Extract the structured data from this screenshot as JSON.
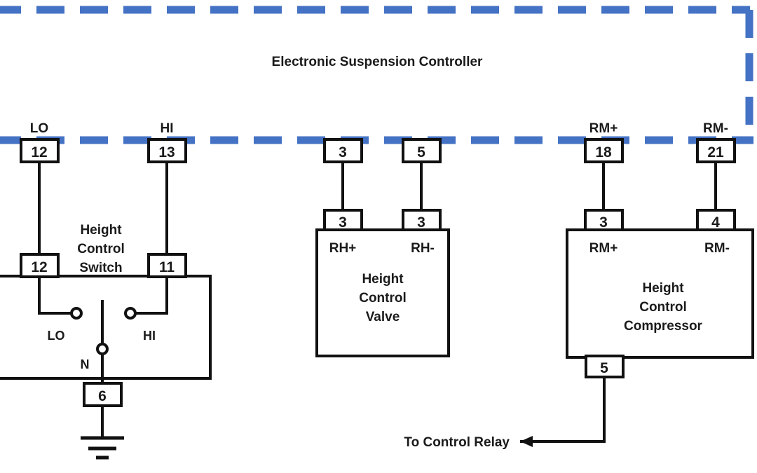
{
  "diagram": {
    "title": "Electronic Suspension Controller",
    "background_color": "#ffffff",
    "wire_color": "#111111",
    "controller_border_color": "#4472C4"
  },
  "controller": {
    "label": "Electronic Suspension Controller",
    "pins": [
      {
        "name": "LO",
        "terminal": "12"
      },
      {
        "name": "HI",
        "terminal": "13"
      },
      {
        "name": "",
        "terminal": "3"
      },
      {
        "name": "",
        "terminal": "5"
      },
      {
        "name": "RM+",
        "terminal": "18"
      },
      {
        "name": "RM-",
        "terminal": "21"
      }
    ]
  },
  "height_control_switch": {
    "label_line1": "Height",
    "label_line2": "Control",
    "label_line3": "Switch",
    "terminals": [
      {
        "id": "12"
      },
      {
        "id": "11"
      },
      {
        "id": "6"
      }
    ],
    "contacts": [
      {
        "name": "LO"
      },
      {
        "name": "HI"
      },
      {
        "name": "N"
      }
    ],
    "ground": "earth-ground"
  },
  "height_control_valve": {
    "label_line1": "Height",
    "label_line2": "Control",
    "label_line3": "Valve",
    "terminals": [
      {
        "id": "3"
      },
      {
        "id": "3"
      }
    ],
    "pins": [
      {
        "name": "RH+"
      },
      {
        "name": "RH-"
      }
    ]
  },
  "height_control_compressor": {
    "label_line1": "Height",
    "label_line2": "Control",
    "label_line3": "Compressor",
    "terminals": [
      {
        "id": "3"
      },
      {
        "id": "4"
      },
      {
        "id": "5"
      }
    ],
    "pins": [
      {
        "name": "RM+"
      },
      {
        "name": "RM-"
      }
    ]
  },
  "annotations": {
    "to_control_relay": "To Control Relay"
  }
}
